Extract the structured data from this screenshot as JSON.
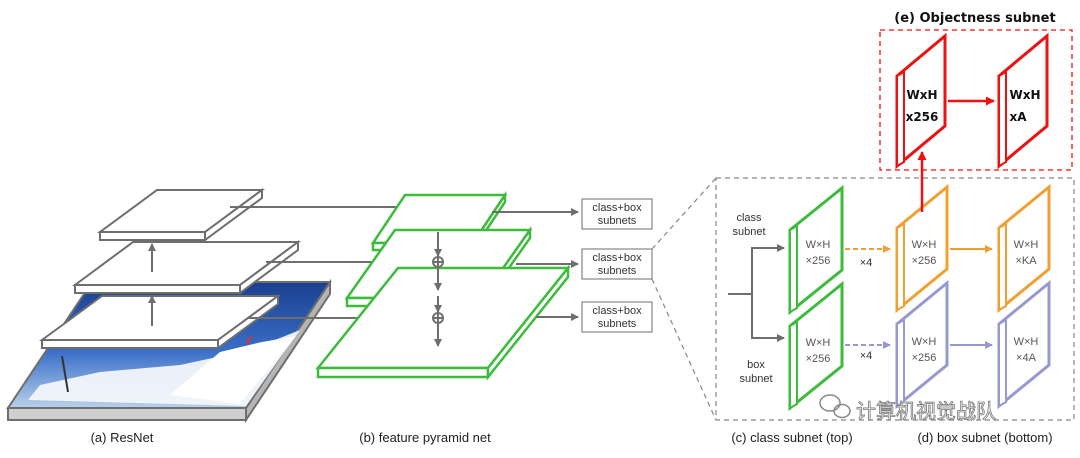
{
  "captions": {
    "a": "(a) ResNet",
    "b": "(b) feature pyramid net",
    "c": "(c) class subnet (top)",
    "d": "(d) box subnet (bottom)",
    "e": "(e) Objectness subnet"
  },
  "subnet_box": {
    "line1": "class+box",
    "line2": "subnets"
  },
  "labels": {
    "class_subnet_1": "class",
    "class_subnet_2": "subnet",
    "box_subnet_1": "box",
    "box_subnet_2": "subnet",
    "times4": "×4"
  },
  "maps": {
    "wh": "W×H",
    "c256": "×256",
    "ka": "×KA",
    "fourA": "×4A"
  },
  "objectness": {
    "wh": "WxH",
    "c256": "x256",
    "a": "xA"
  },
  "watermark": "计算机视觉战队",
  "colors": {
    "green": "#3dbb3d",
    "orange": "#f0a030",
    "purple": "#9898d0",
    "red": "#ee1111",
    "gray": "#6e6e6e"
  }
}
